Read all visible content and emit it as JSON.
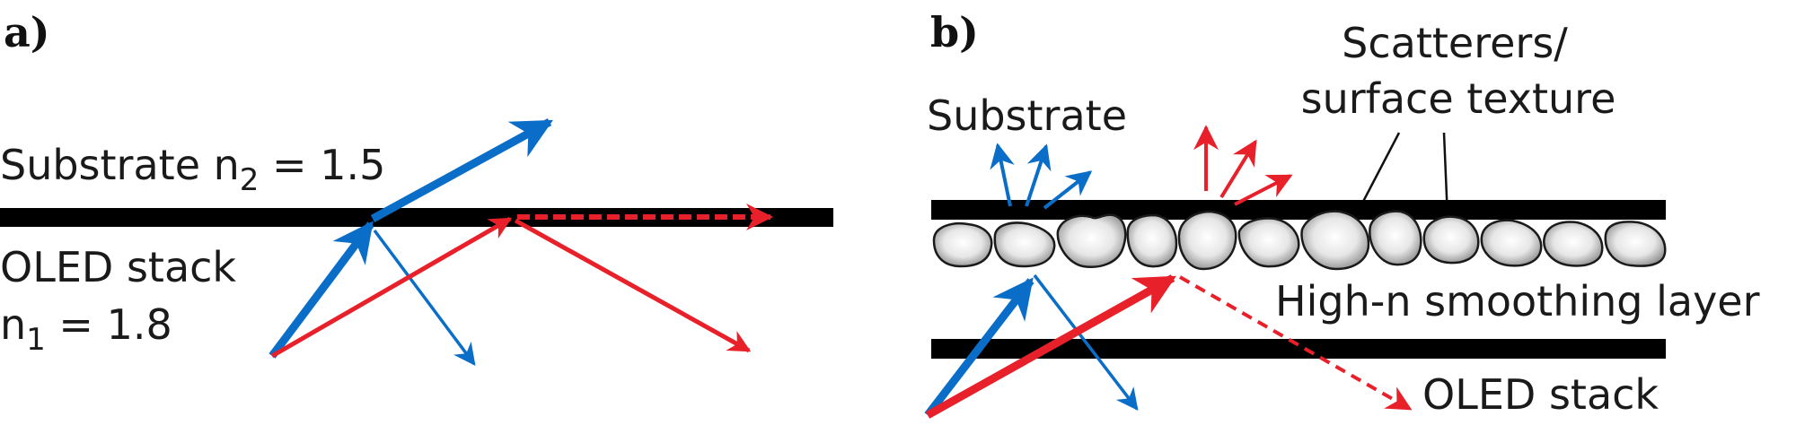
{
  "colors": {
    "blue": "#0a6ec8",
    "red": "#e8202a",
    "layer": "#000000"
  },
  "panel_a": {
    "label": "a)",
    "substrate_label": "Substrate n",
    "substrate_sub": "2",
    "substrate_value": " = 1.5",
    "oled_label": "OLED stack",
    "oled_n": "n",
    "oled_sub": "1",
    "oled_value": " = 1.8"
  },
  "panel_b": {
    "label": "b)",
    "substrate_label": "Substrate",
    "scatterers_line1": "Scatterers/",
    "scatterers_line2": "surface texture",
    "smoothing_label": "High-n smoothing layer",
    "oled_label": "OLED stack",
    "scatterer_count": 12
  }
}
